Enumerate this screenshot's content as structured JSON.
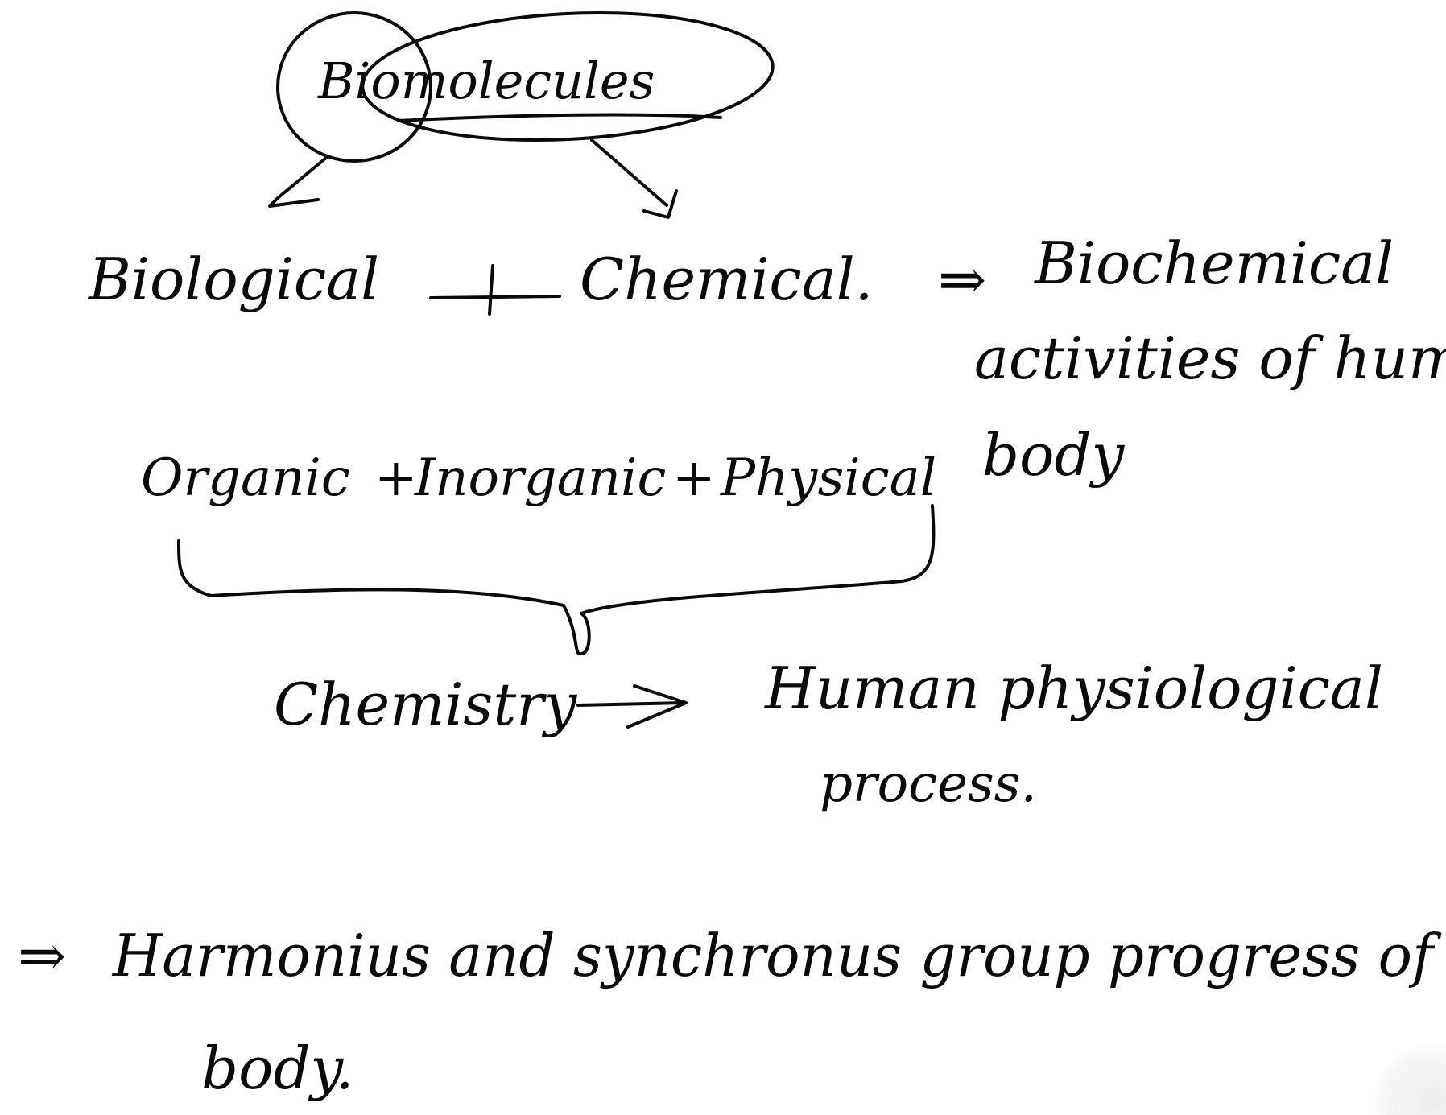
{
  "notes": {
    "title": "Biomolecules",
    "branch_left": "Biological",
    "plus_sign": "+",
    "branch_right": "Chemical.",
    "implies_1": "⇒",
    "result_line1": "Biochemical",
    "result_line2": "activities of human",
    "result_line3": "body",
    "organic": "Organic",
    "plus_1": "+",
    "inorganic": "Inorganic",
    "plus_2": "+",
    "physical": "Physical",
    "chemistry": "Chemistry",
    "arrow_chem": "→",
    "human_line1": "Human physiological",
    "human_line2": "process.",
    "implies_2": "⇒",
    "summary_line1": "Harmonius and synchronus group progress of",
    "summary_line2": "body."
  },
  "colors": {
    "ink": "#0a0a0a",
    "background": "#ffffff"
  }
}
